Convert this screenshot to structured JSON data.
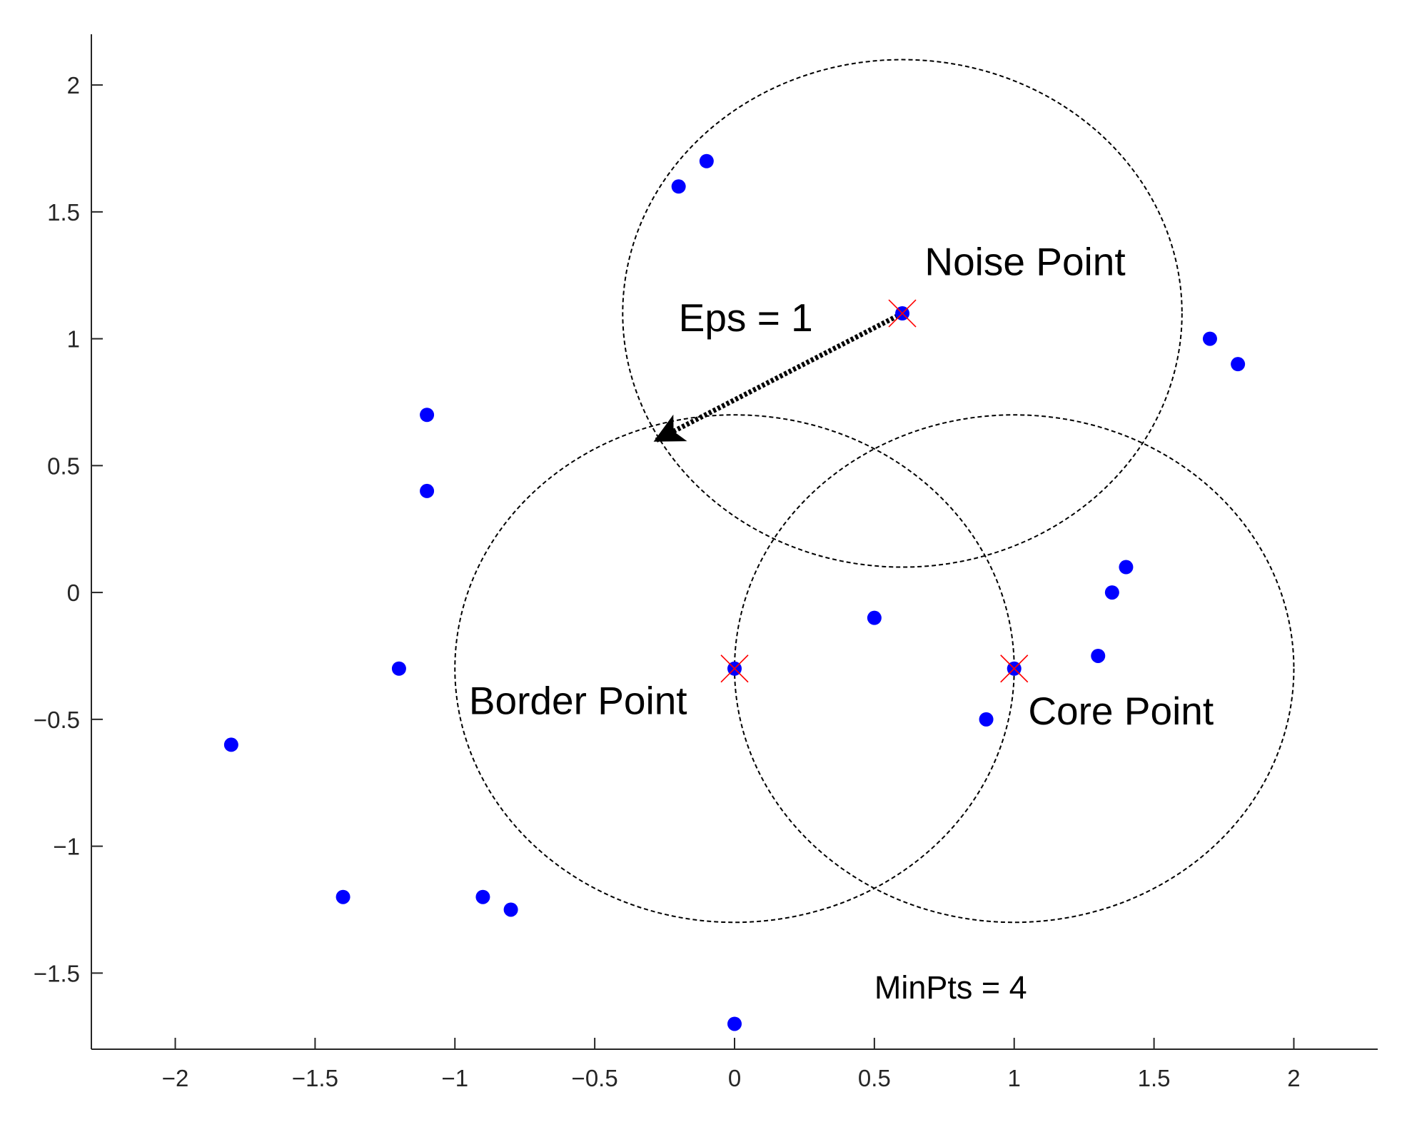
{
  "chart_data": {
    "type": "scatter",
    "title": "",
    "xlabel": "",
    "ylabel": "",
    "xlim": [
      -2.3,
      2.3
    ],
    "ylim": [
      -1.8,
      2.2
    ],
    "grid": false,
    "x_ticks": [
      -2,
      -1.5,
      -1,
      -0.5,
      0,
      0.5,
      1,
      1.5,
      2
    ],
    "y_ticks": [
      -1.5,
      -1,
      -0.5,
      0,
      0.5,
      1,
      1.5,
      2
    ],
    "x_tick_labels": [
      "−2",
      "−1.5",
      "−1",
      "−0.5",
      "0",
      "0.5",
      "1",
      "1.5",
      "2"
    ],
    "y_tick_labels": [
      "−1.5",
      "−1",
      "−0.5",
      "0",
      "0.5",
      "1",
      "1.5",
      "2"
    ],
    "series": [
      {
        "marker": "filled-circle",
        "color": "#0000ff",
        "points": [
          [
            -0.2,
            1.6
          ],
          [
            -0.1,
            1.7
          ],
          [
            0.6,
            1.1
          ],
          [
            1.7,
            1.0
          ],
          [
            1.8,
            0.9
          ],
          [
            -1.1,
            0.7
          ],
          [
            -1.1,
            0.4
          ],
          [
            1.4,
            0.1
          ],
          [
            1.35,
            0.0
          ],
          [
            0.5,
            -0.1
          ],
          [
            1.3,
            -0.25
          ],
          [
            -1.2,
            -0.3
          ],
          [
            0.0,
            -0.3
          ],
          [
            1.0,
            -0.3
          ],
          [
            0.9,
            -0.5
          ],
          [
            -1.8,
            -0.6
          ],
          [
            -1.4,
            -1.2
          ],
          [
            -0.9,
            -1.2
          ],
          [
            -0.8,
            -1.25
          ],
          [
            0.0,
            -1.7
          ]
        ]
      }
    ],
    "highlighted_points": {
      "marker": "x",
      "color": "#ff0000",
      "points": [
        [
          0.6,
          1.1
        ],
        [
          0.0,
          -0.3
        ],
        [
          1.0,
          -0.3
        ]
      ]
    },
    "circles": [
      {
        "center": [
          0.6,
          1.1
        ],
        "radius": 1,
        "style": "dashed",
        "color": "#000000"
      },
      {
        "center": [
          0.0,
          -0.3
        ],
        "radius": 1,
        "style": "dashed",
        "color": "#000000"
      },
      {
        "center": [
          1.0,
          -0.3
        ],
        "radius": 1,
        "style": "dashed",
        "color": "#000000"
      }
    ],
    "arrow": {
      "from": [
        0.6,
        1.1
      ],
      "to": [
        -0.28,
        0.6
      ],
      "style": "dotted-bold",
      "color": "#000000"
    },
    "annotations": [
      {
        "text": "Noise Point",
        "x": 0.68,
        "y": 1.25,
        "size": "large"
      },
      {
        "text": "Eps = 1",
        "x": -0.2,
        "y": 1.03,
        "size": "large"
      },
      {
        "text": "Border Point",
        "x": -0.95,
        "y": -0.48,
        "size": "large"
      },
      {
        "text": "Core Point",
        "x": 1.05,
        "y": -0.52,
        "size": "large"
      },
      {
        "text": "MinPts = 4",
        "x": 0.5,
        "y": -1.6,
        "size": "medium"
      }
    ]
  }
}
